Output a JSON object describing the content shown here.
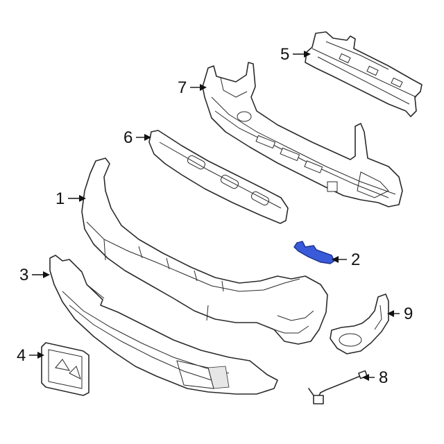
{
  "colors": {
    "line": "#2a2a2a",
    "highlight_fill": "#3a5bd9",
    "highlight_stroke": "#1a2f8a",
    "background": "#ffffff"
  },
  "callouts": [
    {
      "id": "1",
      "label": "1"
    },
    {
      "id": "2",
      "label": "2"
    },
    {
      "id": "3",
      "label": "3"
    },
    {
      "id": "4",
      "label": "4"
    },
    {
      "id": "5",
      "label": "5"
    },
    {
      "id": "6",
      "label": "6"
    },
    {
      "id": "7",
      "label": "7"
    },
    {
      "id": "8",
      "label": "8"
    },
    {
      "id": "9",
      "label": "9"
    }
  ],
  "highlighted_part": "2"
}
